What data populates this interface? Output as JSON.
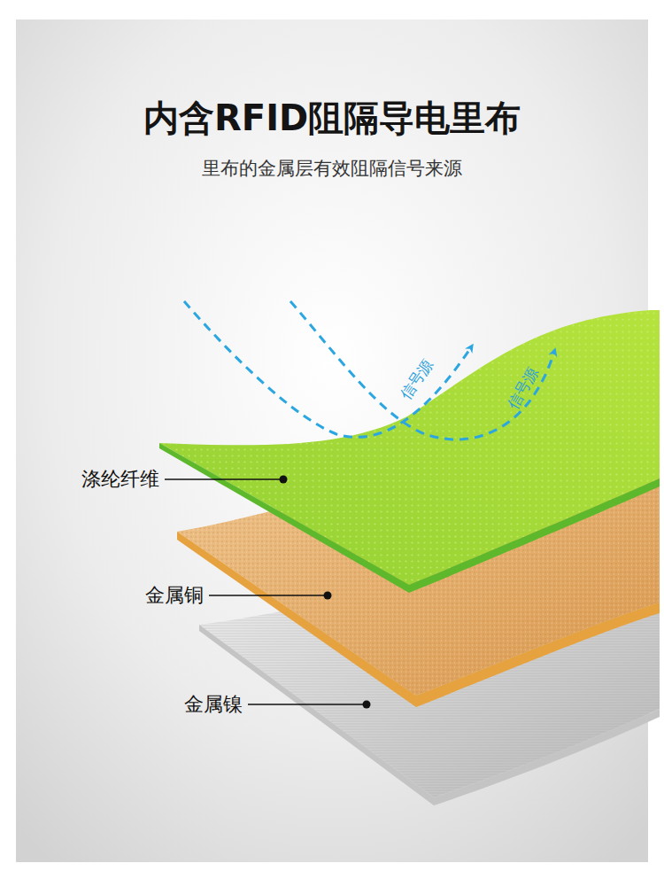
{
  "diagram": {
    "title": "内含RFID阻隔导电里布",
    "labels": [
      "里布的金属层有效阻隔信号来源",
      "涤纶纤维",
      "金属铜",
      "金属镍",
      "信号源",
      "信号源"
    ]
  }
}
